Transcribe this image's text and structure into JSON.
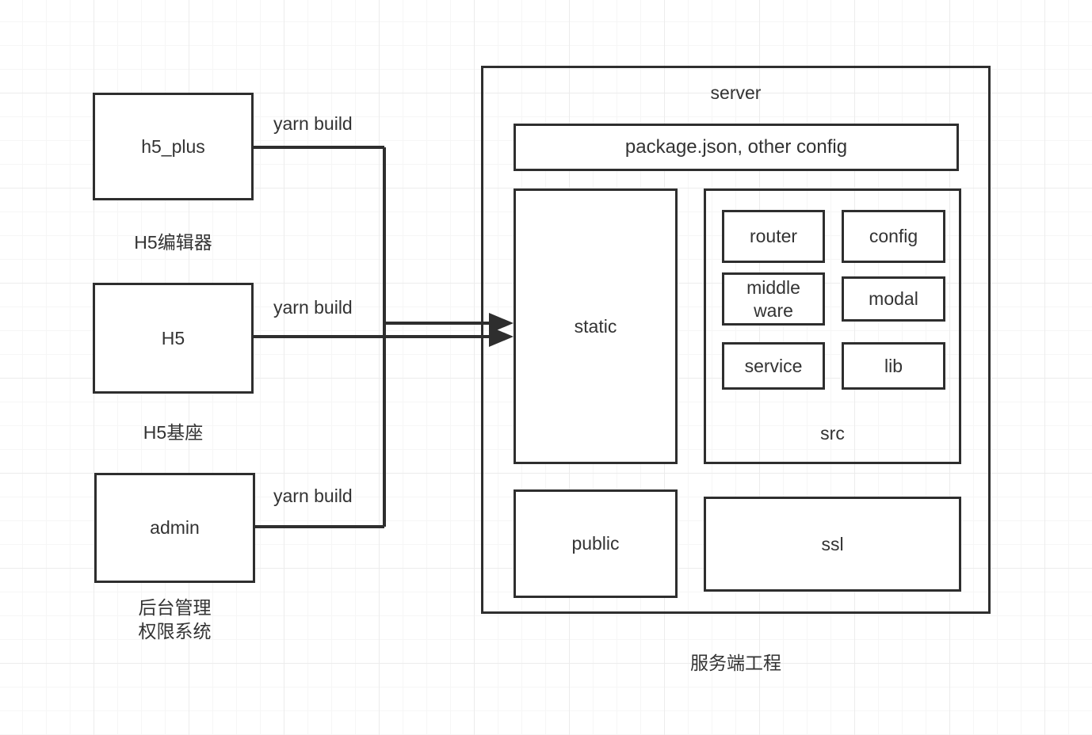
{
  "diagram": {
    "title_caption": "服务端工程",
    "line_color": "#2e2e2e",
    "text_color": "#333333",
    "grid_color": "#ececec",
    "background": "#ffffff"
  },
  "sources": [
    {
      "id": "h5_plus",
      "label": "h5_plus",
      "caption": "H5编辑器",
      "edge_label": "yarn build"
    },
    {
      "id": "h5",
      "label": "H5",
      "caption": "H5基座",
      "edge_label": "yarn build"
    },
    {
      "id": "admin",
      "label": "admin",
      "caption": "后台管理\n权限系统",
      "edge_label": "yarn build"
    }
  ],
  "server": {
    "label": "server",
    "caption": "服务端工程",
    "config_box": "package.json, other config",
    "static_box": "static",
    "public_box": "public",
    "ssl_box": "ssl",
    "src": {
      "label": "src",
      "items": [
        "router",
        "config",
        "middle\nware",
        "modal",
        "service",
        "lib"
      ]
    }
  }
}
